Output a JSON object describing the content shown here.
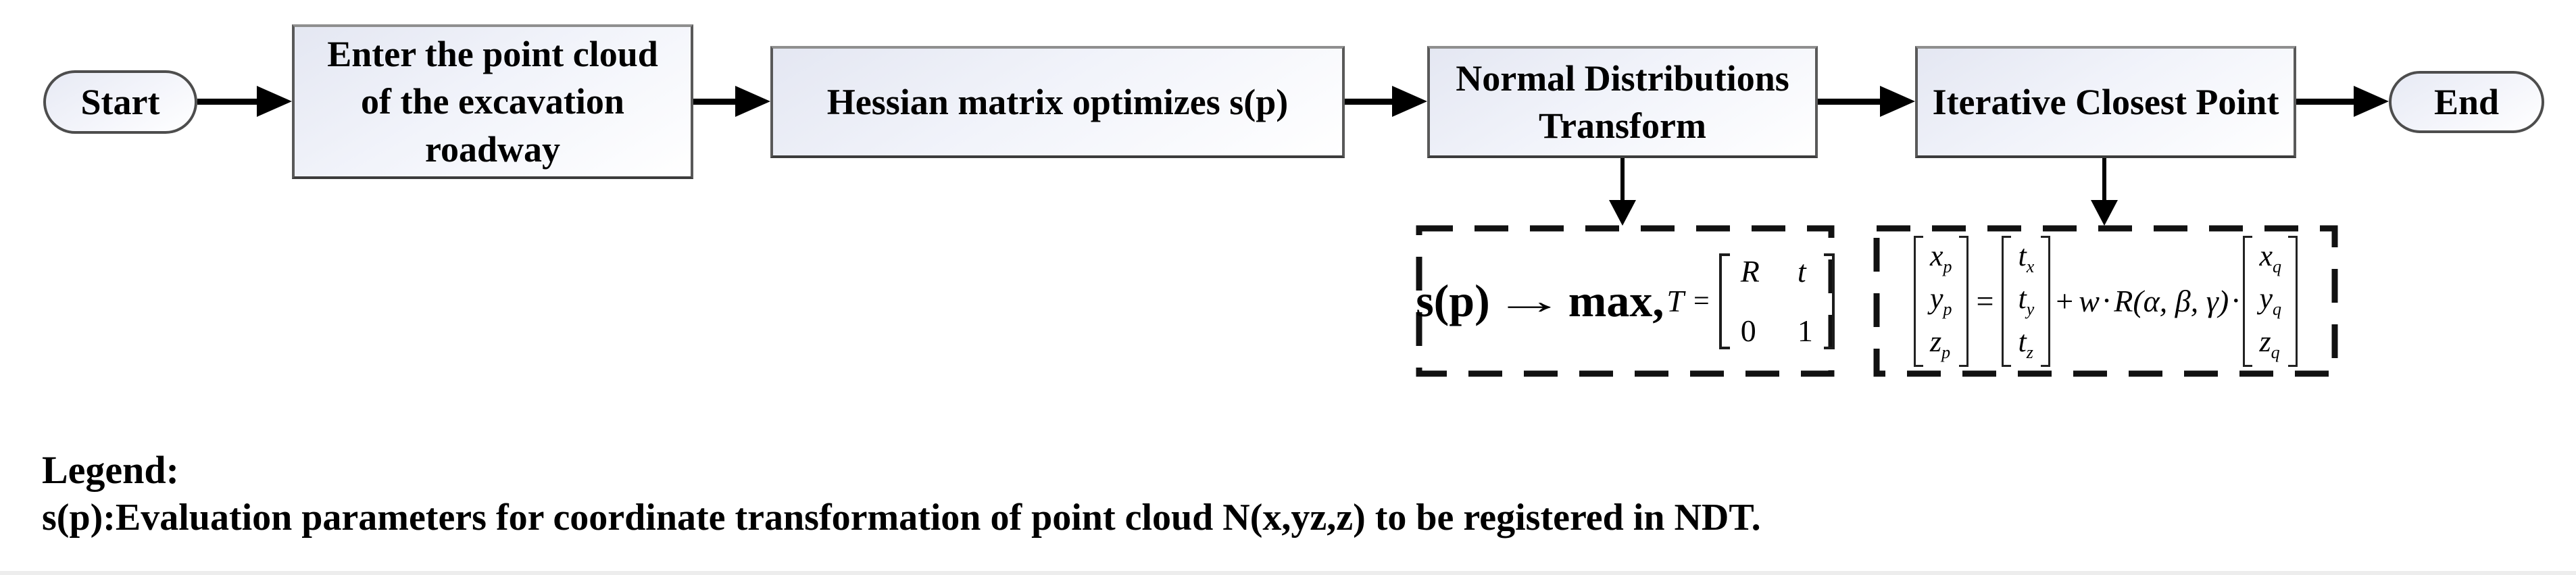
{
  "diagram": {
    "start": "Start",
    "end": "End",
    "steps": [
      {
        "lines": [
          "Enter the point cloud",
          "of the excavation",
          "roadway"
        ]
      },
      {
        "lines": [
          "Hessian matrix optimizes s(p)"
        ]
      },
      {
        "lines": [
          "Normal Distributions",
          "Transform"
        ]
      },
      {
        "lines": [
          "Iterative Closest Point"
        ]
      }
    ]
  },
  "formulas": {
    "ndt": {
      "lhs": "s(p)",
      "arrow_icon": "→",
      "max": "max,",
      "T": "T",
      "eq": "=",
      "matrix": [
        [
          "R",
          "t"
        ],
        [
          "0",
          "1"
        ]
      ]
    },
    "icp": {
      "p_vector": [
        {
          "base": "x",
          "sub": "p"
        },
        {
          "base": "y",
          "sub": "p"
        },
        {
          "base": "z",
          "sub": "p"
        }
      ],
      "eq": "=",
      "t_vector": [
        {
          "base": "t",
          "sub": "x"
        },
        {
          "base": "t",
          "sub": "y"
        },
        {
          "base": "t",
          "sub": "z"
        }
      ],
      "plus": "+",
      "w": "w",
      "dot": "·",
      "rotation": "R(α, β, γ)",
      "q_vector": [
        {
          "base": "x",
          "sub": "q"
        },
        {
          "base": "y",
          "sub": "q"
        },
        {
          "base": "z",
          "sub": "q"
        }
      ]
    }
  },
  "legend": {
    "title": "Legend:",
    "line": "s(p):Evaluation parameters for coordinate transformation of point cloud N(x,yz,z) to be registered in NDT."
  },
  "colors": {
    "box_border": "#595959",
    "box_fill_tint": "#e9ebf4",
    "arrow": "#000000",
    "dashed_border": "#111111",
    "text": "#000000",
    "bottom_bar": "#ededed"
  }
}
